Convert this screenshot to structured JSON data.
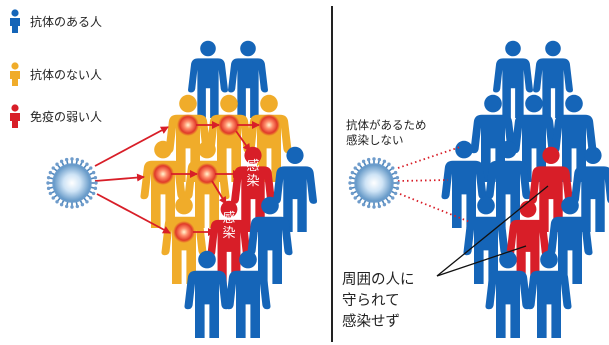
{
  "legend": [
    {
      "label": "抗体のある人",
      "color": "#1565b8"
    },
    {
      "label": "抗体のない人",
      "color": "#f0ac2a"
    },
    {
      "label": "免疫の弱い人",
      "color": "#d81e28"
    }
  ],
  "infected_label": "感染",
  "right_note_top": [
    "抗体があるため",
    "感染しない"
  ],
  "right_note_bottom": [
    "周囲の人に",
    "守られて",
    "感染せず"
  ],
  "colors": {
    "immune": "#1565b8",
    "susceptible": "#f0ac2a",
    "weak": "#d81e28",
    "arrow": "#d81e28",
    "divider": "#222222"
  },
  "icons": {
    "virus": "virus-icon",
    "person": "person-icon"
  }
}
